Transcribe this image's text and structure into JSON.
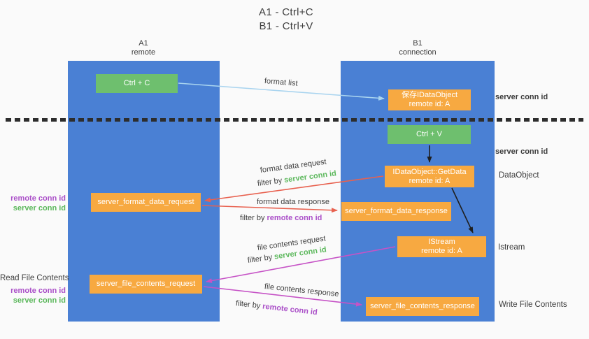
{
  "colors": {
    "column_blue": "#4a80d4",
    "box_green": "#6ebf6e",
    "box_orange": "#f7a941",
    "label_green": "#5cb85c",
    "label_purple": "#aa4fc8",
    "arrow_red": "#e8614f",
    "arrow_magenta": "#c653c6",
    "arrow_lightblue": "#a9d4ef",
    "arrow_black": "#1f1f1f"
  },
  "title": {
    "line1": "A1 - Ctrl+C",
    "line2": "B1 - Ctrl+V"
  },
  "columns": {
    "left": {
      "name": "A1",
      "role": "remote"
    },
    "right": {
      "name": "B1",
      "role": "connection"
    }
  },
  "boxes": {
    "ctrl_c": {
      "label": "Ctrl + C"
    },
    "save_idataobject": {
      "line1": "保存IDataObject",
      "line2": "remote id: A"
    },
    "ctrl_v": {
      "label": "Ctrl + V"
    },
    "getdata": {
      "line1": "IDataObject::GetData",
      "line2": "remote id: A"
    },
    "format_request": {
      "label": "server_format_data_request"
    },
    "format_response": {
      "label": "server_format_data_response"
    },
    "istream": {
      "line1": "IStream",
      "line2": "remote id: A"
    },
    "file_request": {
      "label": "server_file_contents_request"
    },
    "file_response": {
      "label": "server_file_contents_response"
    }
  },
  "arrow_labels": {
    "format_list": "format list",
    "format_data_request": "format data request",
    "format_data_response": "format data response",
    "file_contents_request": "file contents request",
    "file_contents_response": "file contents response",
    "filter_by": "filter by ",
    "server_conn_id": "server conn id",
    "remote_conn_id": "remote conn id"
  },
  "side_labels": {
    "right": {
      "server_conn_id_top": "server conn id",
      "server_conn_id_mid": "server conn id",
      "dataobject": "DataObject",
      "istream": "Istream",
      "write_file_contents": "Write File Contents"
    },
    "left": {
      "remote_conn_id_top": "remote conn id",
      "server_conn_id_top": "server conn id",
      "read_file_contents": "Read File Contents",
      "remote_conn_id_bottom": "remote conn id",
      "server_conn_id_bottom": "server conn id"
    }
  }
}
